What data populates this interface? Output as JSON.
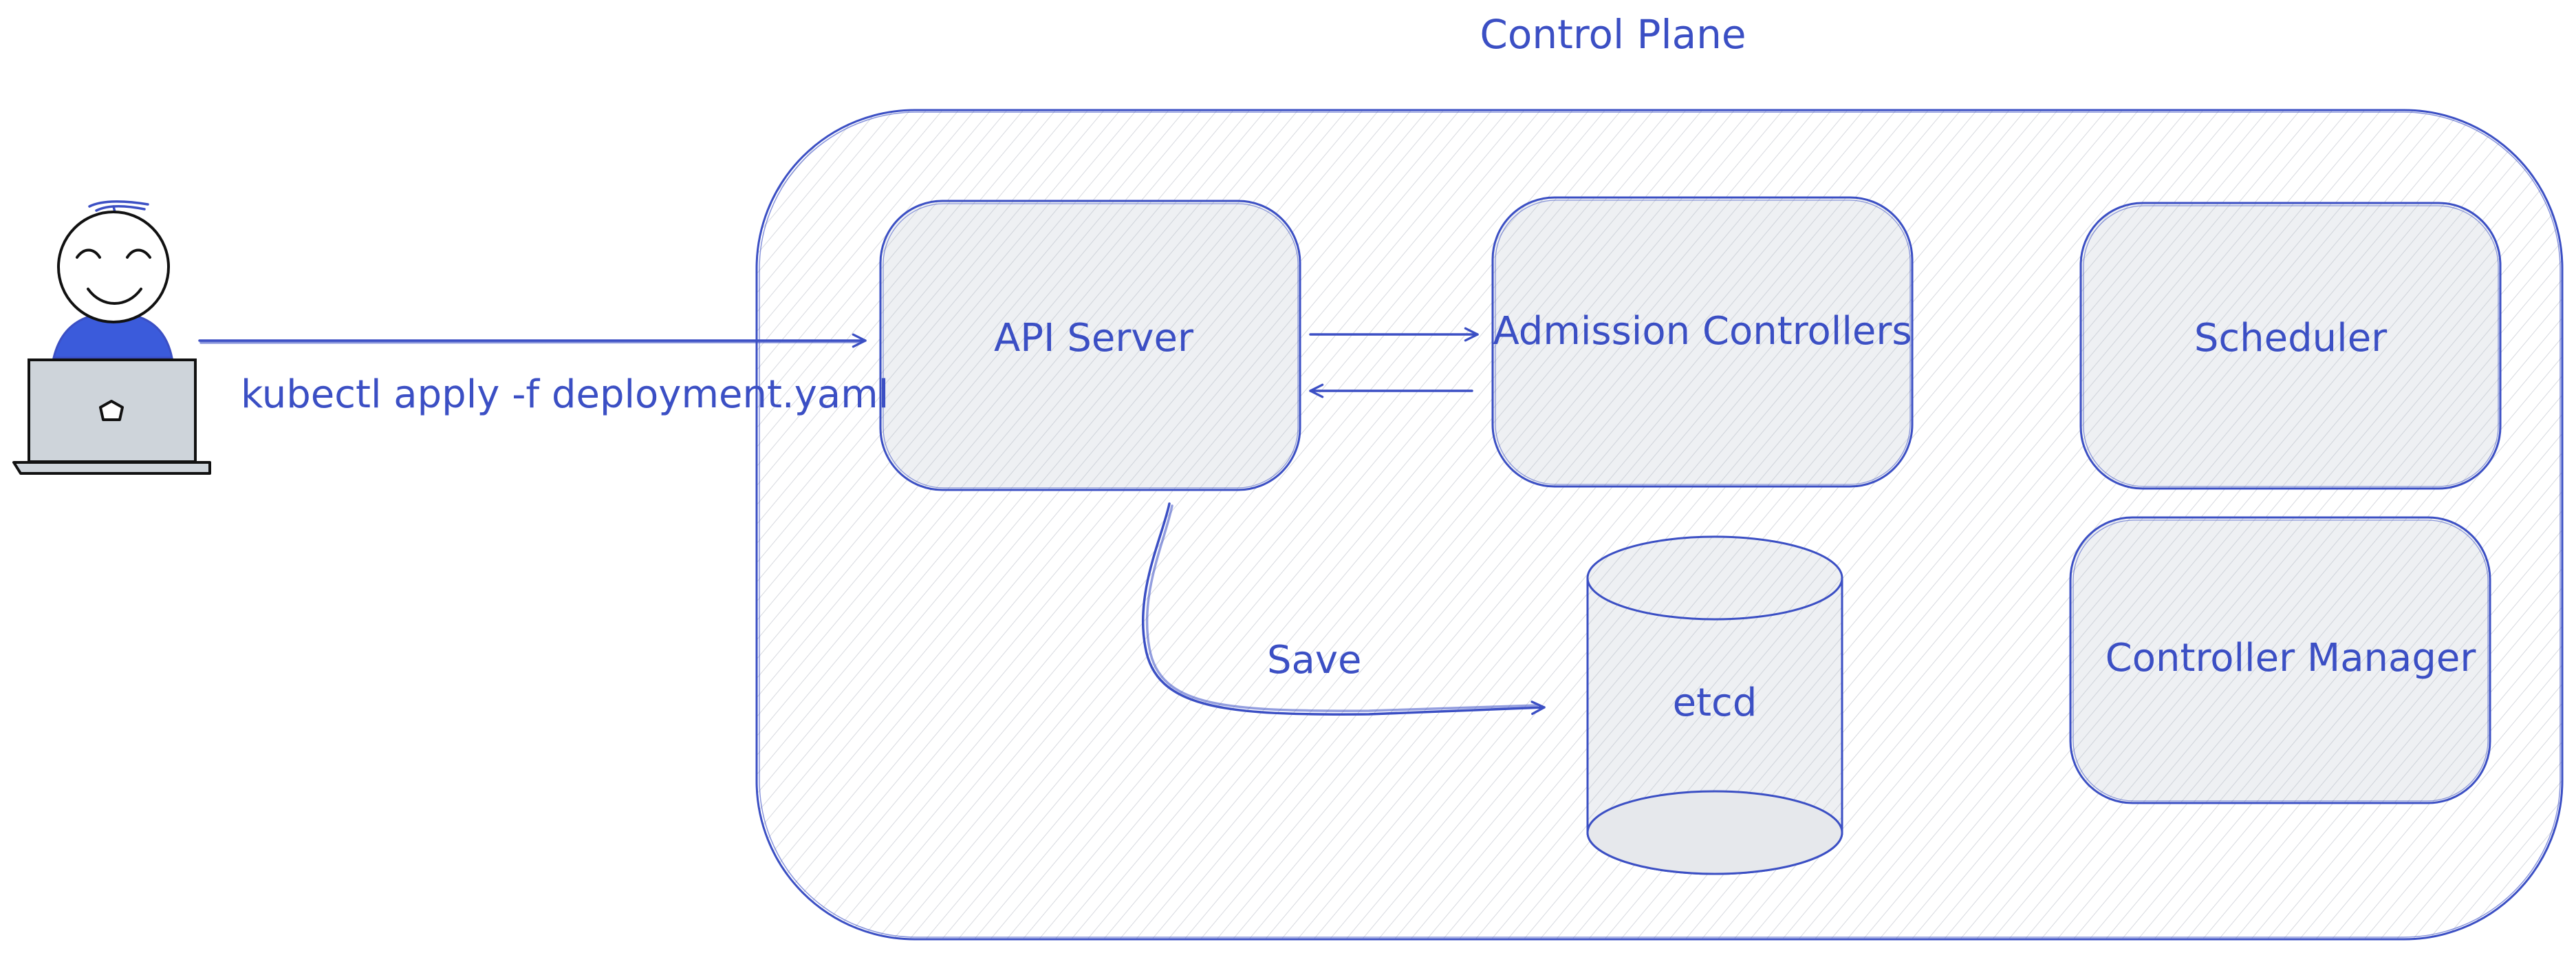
{
  "diagram": {
    "title": "Control Plane",
    "components": {
      "api_server": "API Server",
      "admission_controllers": "Admission Controllers",
      "scheduler": "Scheduler",
      "controller_manager": "Controller Manager",
      "etcd": "etcd"
    },
    "edges": {
      "kubectl_command": "kubectl apply -f deployment.yaml",
      "save": "Save"
    },
    "colors": {
      "stroke": "#3b4fc4",
      "box_fill": "#e9ebef",
      "plane_fill": "#f2f3f6",
      "user_shirt": "#3b5bdb",
      "laptop": "#ced4da"
    },
    "icons": {
      "user": "user-icon",
      "laptop": "laptop-icon",
      "database": "database-cylinder-icon"
    }
  }
}
